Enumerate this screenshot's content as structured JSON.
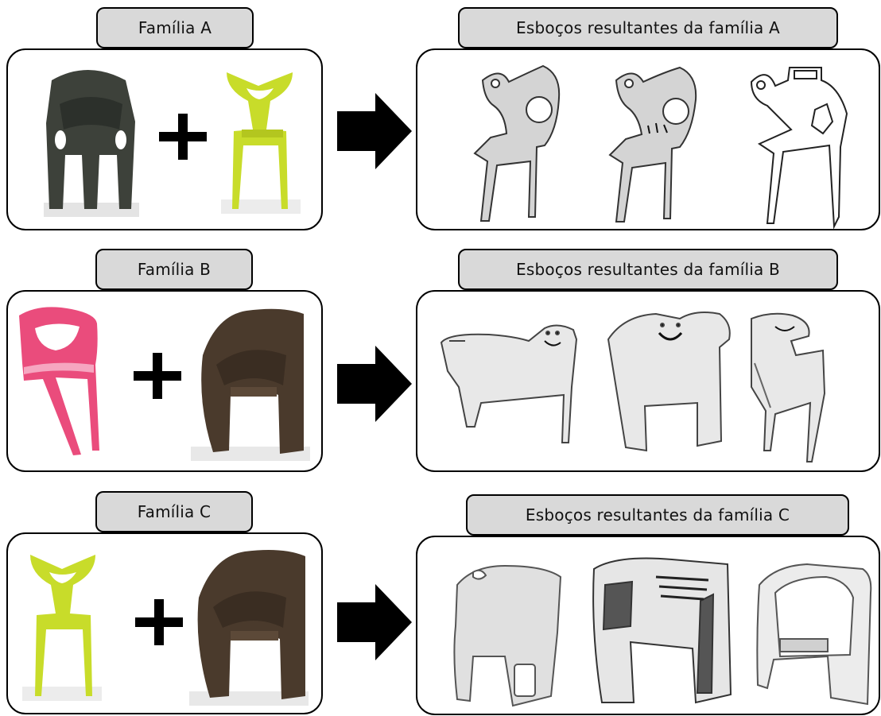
{
  "families": [
    {
      "id": "A",
      "source_label": "Família A",
      "sketch_label": "Esboços resultantes da família A",
      "source_items": [
        "dark-stacking-chair",
        "lime-y-back-chair"
      ],
      "source_colors": [
        "#3d413a",
        "#c8dc2a"
      ],
      "sketch_count": 3
    },
    {
      "id": "B",
      "source_label": "Família B",
      "sketch_label": "Esboços resultantes da família B",
      "source_items": [
        "pink-translucent-chair",
        "brown-lounge-chair"
      ],
      "source_colors": [
        "#e8386e",
        "#4a3a2c"
      ],
      "sketch_count": 3
    },
    {
      "id": "C",
      "source_label": "Família C",
      "sketch_label": "Esboços resultantes da família C",
      "source_items": [
        "lime-y-back-chair",
        "brown-lounge-chair"
      ],
      "source_colors": [
        "#c8dc2a",
        "#4a3a2c"
      ],
      "sketch_count": 3
    }
  ],
  "operator_symbol": "plus-icon",
  "transition_symbol": "right-arrow-icon"
}
